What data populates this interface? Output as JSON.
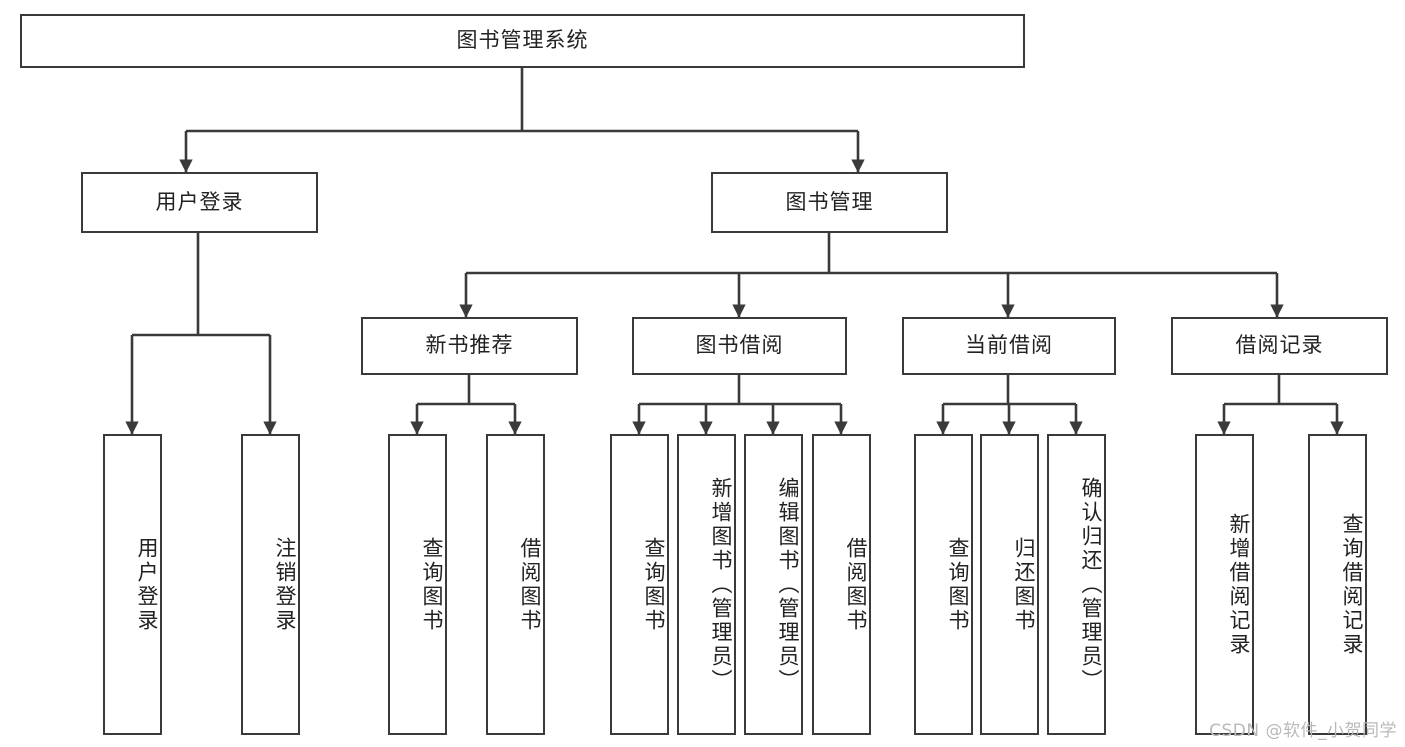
{
  "diagram": {
    "title": "图书管理系统",
    "type": "tree",
    "watermark": "CSDN @软件_小贺同学",
    "colors": {
      "box_border": "#3a3a3a",
      "box_fill": "#ffffff",
      "connector": "#3a3a3a",
      "text": "#222222",
      "watermark": "#b9b9b9",
      "background": "#ffffff"
    },
    "root": {
      "label": "图书管理系统",
      "orientation": "horizontal"
    },
    "level2": [
      {
        "label": "用户登录",
        "orientation": "horizontal"
      },
      {
        "label": "图书管理",
        "orientation": "horizontal"
      }
    ],
    "level3": [
      {
        "label": "新书推荐",
        "orientation": "horizontal"
      },
      {
        "label": "图书借阅",
        "orientation": "horizontal"
      },
      {
        "label": "当前借阅",
        "orientation": "horizontal"
      },
      {
        "label": "借阅记录",
        "orientation": "horizontal"
      }
    ],
    "leaves": {
      "user_login": [
        {
          "label": "用户登录",
          "orientation": "vertical"
        },
        {
          "label": "注销登录",
          "orientation": "vertical"
        }
      ],
      "new_book_recommend": [
        {
          "label": "查询图书",
          "orientation": "vertical"
        },
        {
          "label": "借阅图书",
          "orientation": "vertical"
        }
      ],
      "book_borrow": [
        {
          "label": "查询图书",
          "orientation": "vertical"
        },
        {
          "label": "新增图书（管理员）",
          "orientation": "vertical"
        },
        {
          "label": "编辑图书（管理员）",
          "orientation": "vertical"
        },
        {
          "label": "借阅图书",
          "orientation": "vertical"
        }
      ],
      "current_borrow": [
        {
          "label": "查询图书",
          "orientation": "vertical"
        },
        {
          "label": "归还图书",
          "orientation": "vertical"
        },
        {
          "label": "确认归还（管理员）",
          "orientation": "vertical"
        }
      ],
      "borrow_record": [
        {
          "label": "新增借阅记录",
          "orientation": "vertical"
        },
        {
          "label": "查询借阅记录",
          "orientation": "vertical"
        }
      ]
    }
  }
}
